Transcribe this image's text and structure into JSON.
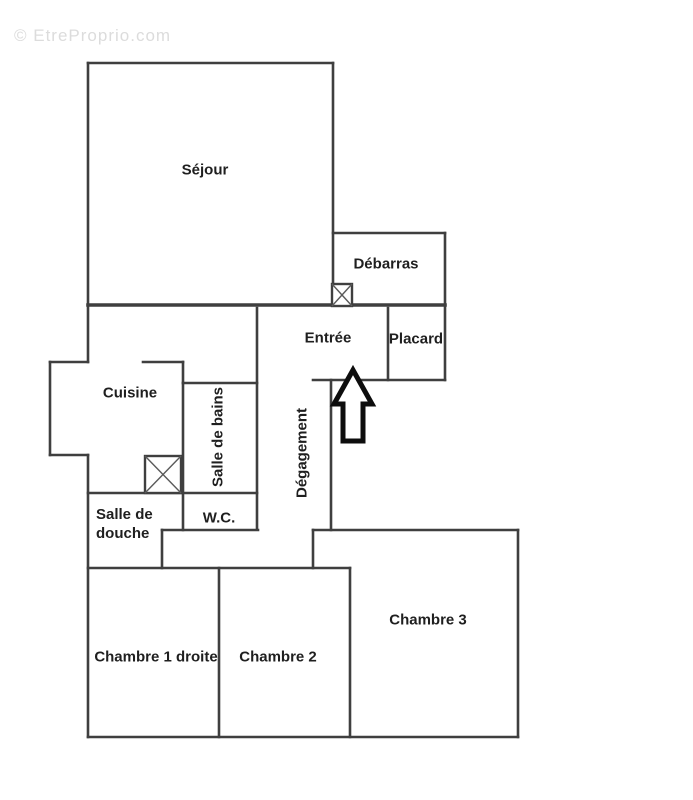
{
  "watermark": "© EtreProprio.com",
  "rooms": {
    "sejour": {
      "label": "Séjour"
    },
    "debarras": {
      "label": "Débarras"
    },
    "entree": {
      "label": "Entrée"
    },
    "placard": {
      "label": "Placard"
    },
    "cuisine": {
      "label": "Cuisine"
    },
    "salle_de_bains": {
      "label": "Salle de bains"
    },
    "degagement": {
      "label": "Dégagement"
    },
    "salle_de_douche": {
      "label": "Salle de douche",
      "lines": [
        "Salle de",
        "douche"
      ]
    },
    "wc": {
      "label": "W.C."
    },
    "chambre1": {
      "label": "Chambre 1 droite"
    },
    "chambre2": {
      "label": "Chambre 2"
    },
    "chambre3": {
      "label": "Chambre 3"
    }
  },
  "icons": {
    "entrance_arrow": "up-arrow (entry direction)",
    "shaft_debarras": "crossed-square shaft symbol",
    "shaft_cuisine": "crossed-square shaft symbol"
  },
  "colors": {
    "background": "#ffffff",
    "wall": "#3f3f3f",
    "label_text": "#1f1f1f",
    "watermark_text": "#dcdcdc",
    "arrow_outline": "#0d0d0d"
  }
}
